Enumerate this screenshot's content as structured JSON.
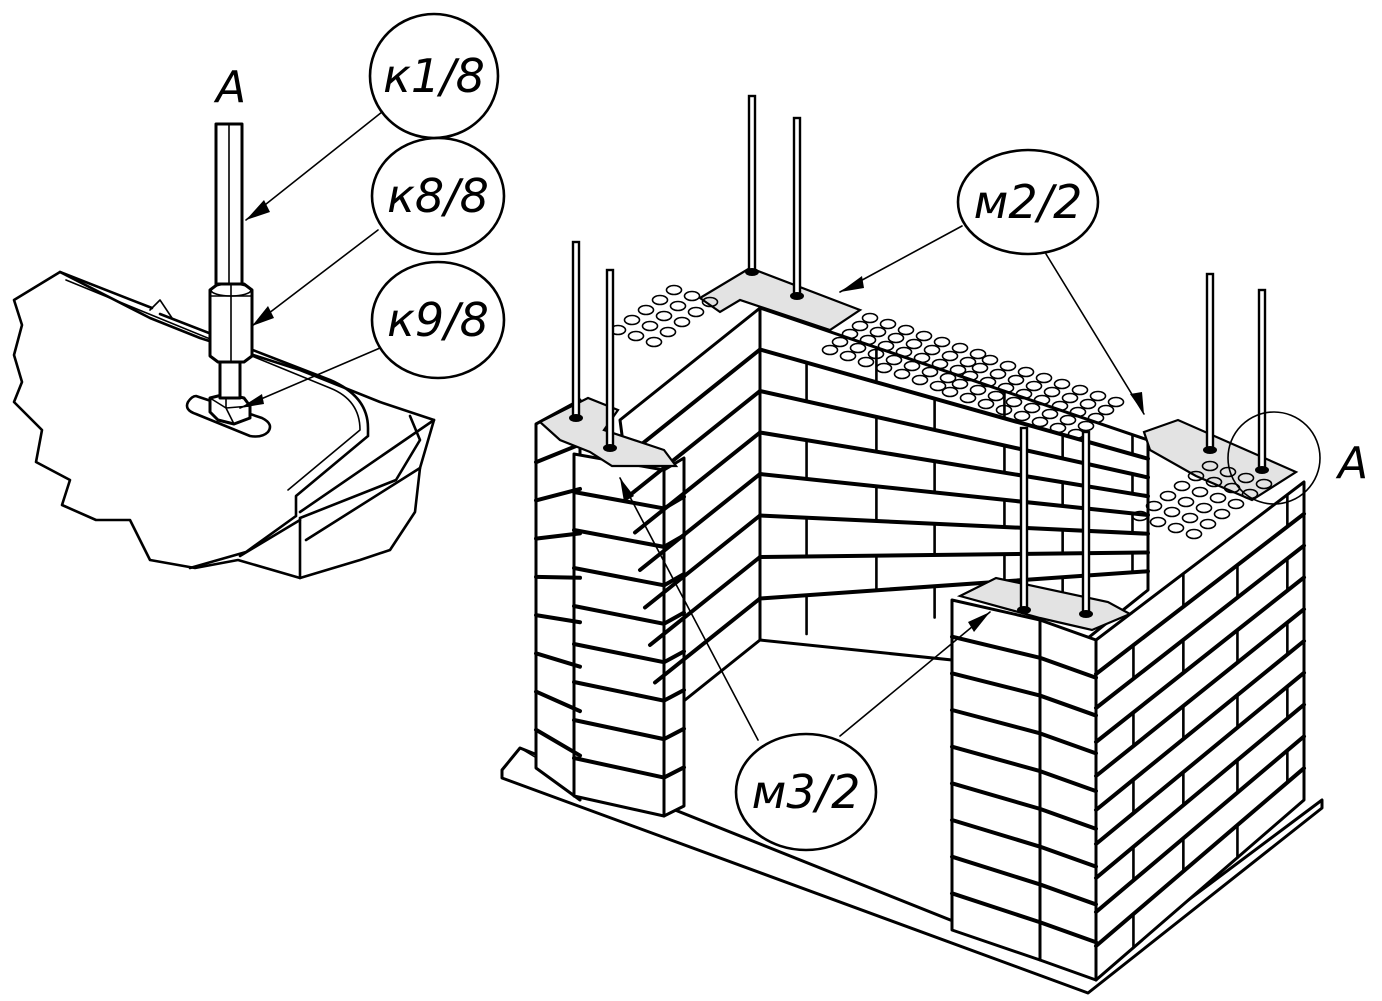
{
  "view_label": "А",
  "callouts": [
    {
      "id": "k1",
      "text": "к1/8"
    },
    {
      "id": "k8",
      "text": "к8/8"
    },
    {
      "id": "k9",
      "text": "к9/8"
    },
    {
      "id": "m2",
      "text": "м2/2"
    },
    {
      "id": "m3",
      "text": "м3/2"
    }
  ]
}
